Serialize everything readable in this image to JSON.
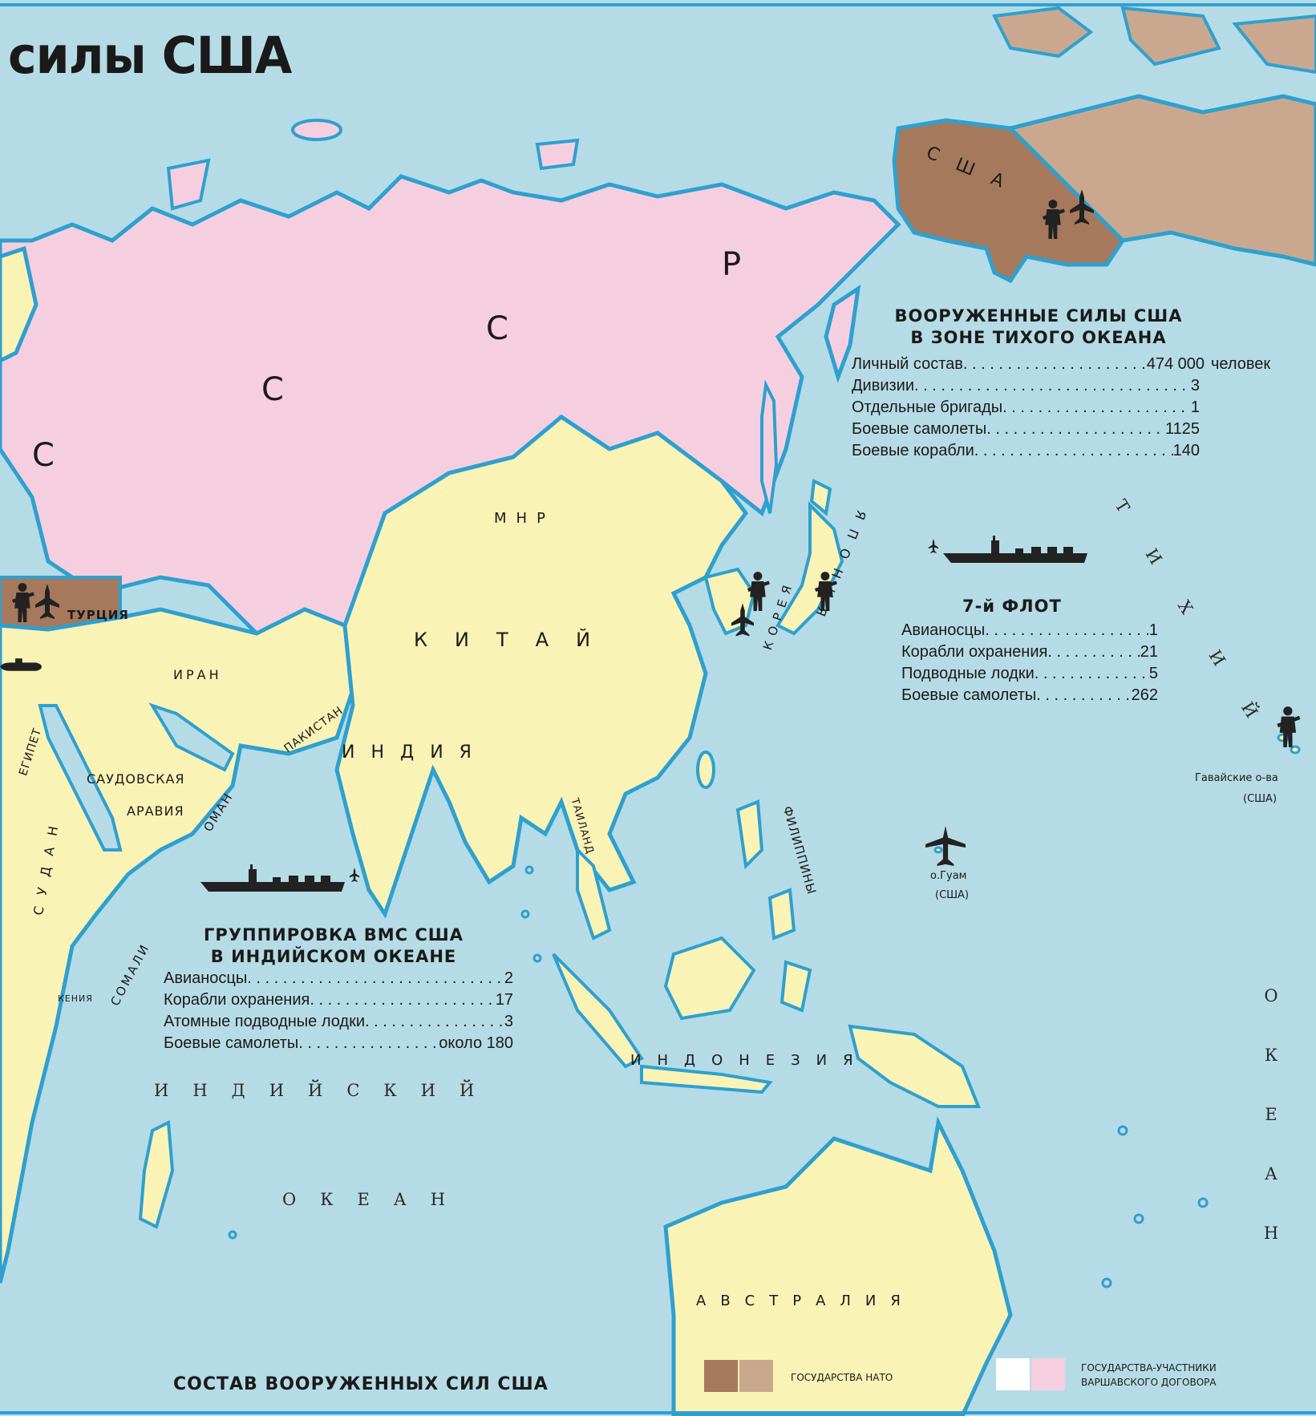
{
  "title": "силы США",
  "regions": {
    "usa": "США",
    "ussr_letters": [
      "С",
      "С",
      "С",
      "Р"
    ],
    "turkey": "ТУРЦИЯ",
    "iran": "ИРАН",
    "pakistan": "ПАКИСТАН",
    "india": "ИНДИЯ",
    "china": "КИТАЙ",
    "mongolia": "МНР",
    "korea": "КОРЕЯ",
    "japan": "ЯПОНИЯ",
    "egypt": "ЕГИПЕТ",
    "sudan": "СУДАН",
    "saudi_line1": "САУДОВСКАЯ",
    "saudi_line2": "АРАВИЯ",
    "oman": "ОМАН",
    "somali": "СОМАЛИ",
    "kenya": "КЕНИЯ",
    "thailand": "ТАИЛАНД",
    "philippines": "ФИЛИППИНЫ",
    "indonesia": "ИНДОНЕЗИЯ",
    "australia": "АВСТРАЛИЯ",
    "hawaii_line1": "Гавайские о-ва",
    "hawaii_line2": "(США)",
    "guam_line1": "о.Гуам",
    "guam_line2": "(США)"
  },
  "oceans": {
    "indian_line1": "ИНДИЙСКИЙ",
    "indian_line2": "ОКЕАН",
    "pacific_top": "ТИХИЙ",
    "pacific_side": "ОКЕАН"
  },
  "pacific_forces": {
    "title_line1": "ВООРУЖЕННЫЕ СИЛЫ США",
    "title_line2": "В ЗОНЕ ТИХОГО ОКЕАНА",
    "rows": [
      {
        "label": "Личный состав",
        "value": "474 000",
        "unit": "человек"
      },
      {
        "label": "Дивизии",
        "value": "3"
      },
      {
        "label": "Отдельные бригады",
        "value": "1"
      },
      {
        "label": "Боевые самолеты",
        "value": "1125"
      },
      {
        "label": "Боевые корабли",
        "value": "140"
      }
    ]
  },
  "seventh_fleet": {
    "title": "7-й ФЛОТ",
    "rows": [
      {
        "label": "Авианосцы",
        "value": "1"
      },
      {
        "label": "Корабли охранения",
        "value": "21"
      },
      {
        "label": "Подводные лодки",
        "value": "5"
      },
      {
        "label": "Боевые самолеты",
        "value": "262"
      }
    ]
  },
  "indian_group": {
    "title_line1": "ГРУППИРОВКА ВМС США",
    "title_line2": "В ИНДИЙСКОМ ОКЕАНЕ",
    "rows": [
      {
        "label": "Авианосцы",
        "value": "2"
      },
      {
        "label": "Корабли охранения",
        "value": "17"
      },
      {
        "label": "Атомные подводные лодки",
        "value": "3"
      },
      {
        "label": "Боевые самолеты",
        "value": "около 180"
      }
    ]
  },
  "legend": {
    "bottom_title": "СОСТАВ ВООРУЖЕННЫХ СИЛ США",
    "nato": "ГОСУДАРСТВА НАТО",
    "warsaw_line1": "ГОСУДАРСТВА-УЧАСТНИКИ",
    "warsaw_line2": "ВАРШАВСКОГО ДОГОВОРА"
  },
  "colors": {
    "ocean": "#b5dbe6",
    "coast": "#2ea0cf",
    "ussr": "#f5cfe0",
    "land": "#faf3b6",
    "nato": "#a6795c",
    "nato_light": "#c9a88f"
  },
  "icons": [
    "soldier-icon",
    "jet-icon",
    "aircraft-carrier-icon",
    "submarine-icon",
    "bomber-icon"
  ]
}
